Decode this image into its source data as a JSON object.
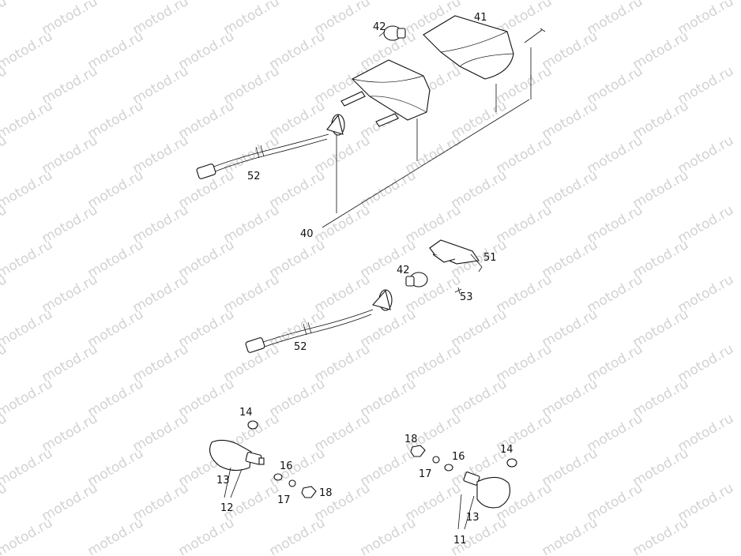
{
  "watermark": "motod.ru",
  "labels": {
    "l41": "41",
    "l42a": "42",
    "l52a": "52",
    "l40": "40",
    "l51": "51",
    "l42b": "42",
    "l53": "53",
    "l52b": "52",
    "l14a": "14",
    "l16a": "16",
    "l13a": "13",
    "l12": "12",
    "l17a": "17",
    "l18a": "18",
    "l18b": "18",
    "l16b": "16",
    "l17b": "17",
    "l14b": "14",
    "l13b": "13",
    "l11": "11"
  }
}
